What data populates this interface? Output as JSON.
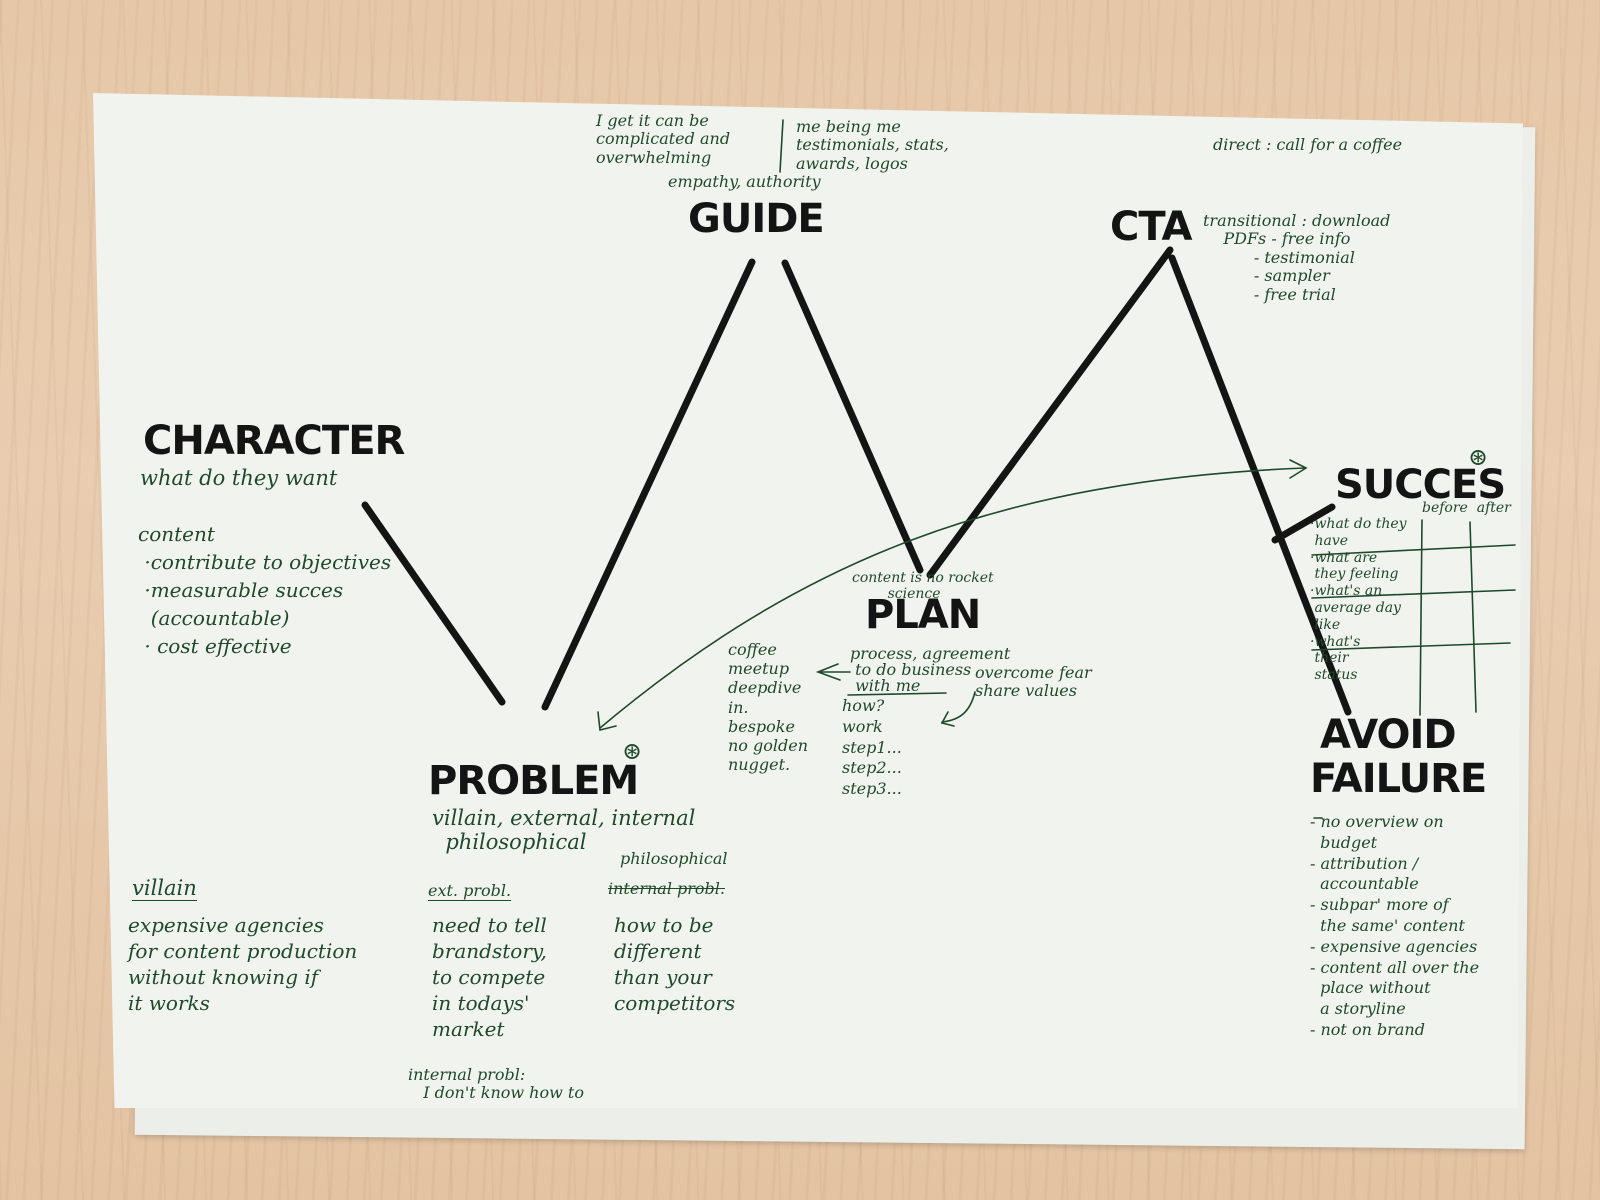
{
  "headings": {
    "guide": "GUIDE",
    "cta": "CTA",
    "character": "CHARACTER",
    "succes": "SUCCES",
    "plan": "PLAN",
    "problem": "PROBLEM",
    "avoid_failure_1": "AVOID",
    "avoid_failure_2": "FAILURE"
  },
  "guide_notes": {
    "left": "I get it can be\ncomplicated and\noverwhelming",
    "right": "me being me\ntestimonials, stats,\nawards, logos",
    "bottom": "empathy, authority"
  },
  "cta_notes": {
    "direct": "direct : call for a coffee",
    "transitional": "transitional : download\n    PDFs - free info\n          - testimonial\n          - sampler\n          - free trial"
  },
  "character_notes": {
    "want": "what do they want",
    "content": "content\n ·contribute to objectives\n ·measurable succes\n  (accountable)\n · cost effective"
  },
  "succes_notes": {
    "before_after": "before  after",
    "items": "·what do they\n have\n·what are\n they feeling\n·what's an\n average day\n like\n·what's\n their\n status"
  },
  "plan_notes": {
    "top": "content is no rocket\n        science",
    "right": "process, agreement\n to do business\n with me",
    "fear": "overcome fear\nshare values",
    "left": "coffee\nmeetup\ndeepdive\nin.\nbespoke\nno golden\nnugget.",
    "steps": "how?\nwork\nstep1...\nstep2...\nstep3..."
  },
  "problem_notes": {
    "types": "villain, external, internal\n  philosophical",
    "villain_label": "villain",
    "villain": "expensive agencies\nfor content production\nwithout knowing if\nit works",
    "ext_label": "ext. probl.",
    "ext": "need to tell\nbrandstory,\nto compete\nin todays'\nmarket",
    "phys_label": "philosophical",
    "phys_sub": "internal probl.",
    "phys": "how to be\ndifferent\nthan your\ncompetitors",
    "internal": "internal probl:\n   I don't know how to"
  },
  "failure_notes": "- no overview on\n  budget\n- attribution /\n  accountable\n- subpar' more of\n  the same' content\n- expensive agencies\n- content all over the\n  place without\n  a storyline\n- not on brand",
  "symbols": {
    "asterisk": "⊛"
  },
  "colors": {
    "ink_black": "#141414",
    "ink_green": "#1f4a2a",
    "paper": "#f1f3ef",
    "wood": "#e6c8a8"
  }
}
